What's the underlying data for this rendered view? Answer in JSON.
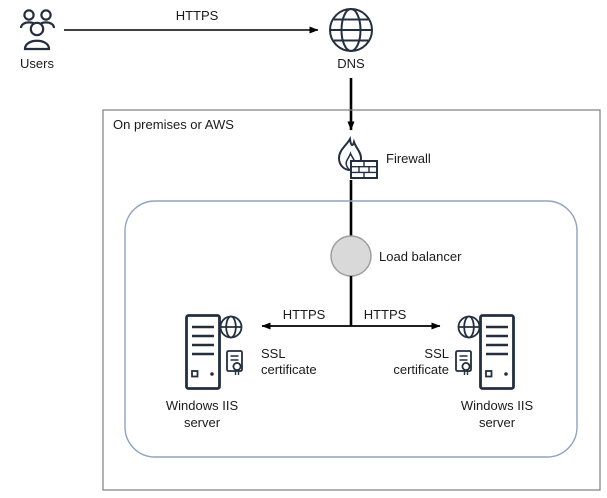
{
  "diagram": {
    "colors": {
      "icon": "#232f3e",
      "arrow": "#000000",
      "text": "#1a1a1a",
      "outer_box_border": "#7f7f7f",
      "inner_box_border": "#8ea3c2",
      "load_balancer_fill": "#d9d9d9",
      "load_balancer_border": "#9e9e9e"
    },
    "labels": {
      "users": "Users",
      "https_top": "HTTPS",
      "dns": "DNS",
      "boundary": "On premises or AWS",
      "firewall": "Firewall",
      "load_balancer": "Load balancer",
      "https_left": "HTTPS",
      "https_right": "HTTPS",
      "ssl_certificate_line1": "SSL",
      "ssl_certificate_line2": "certificate",
      "windows_iis_line1": "Windows IIS",
      "windows_iis_line2": "server"
    }
  }
}
